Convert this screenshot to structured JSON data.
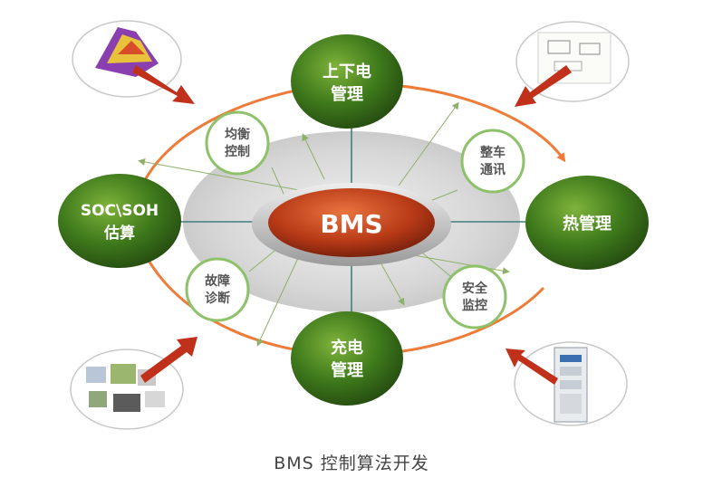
{
  "diagram": {
    "center": "BMS",
    "main_nodes": {
      "top": [
        "上下电",
        "管理"
      ],
      "right": [
        "热管理"
      ],
      "bottom": [
        "充电",
        "管理"
      ],
      "left": [
        "SOC\\SOH",
        "估算"
      ]
    },
    "sub_nodes": {
      "balance": [
        "均衡",
        "控制"
      ],
      "vehicle_comm": [
        "整车",
        "通讯"
      ],
      "fault_diag": [
        "故障",
        "诊断"
      ],
      "safety_monitor": [
        "安全",
        "监控"
      ]
    },
    "caption": "BMS 控制算法开发",
    "colors": {
      "green": "#3f7a1c",
      "orange_arc": "#ef7b39",
      "center_red": "#b83a17",
      "red_arrow": "#c0301a"
    }
  }
}
